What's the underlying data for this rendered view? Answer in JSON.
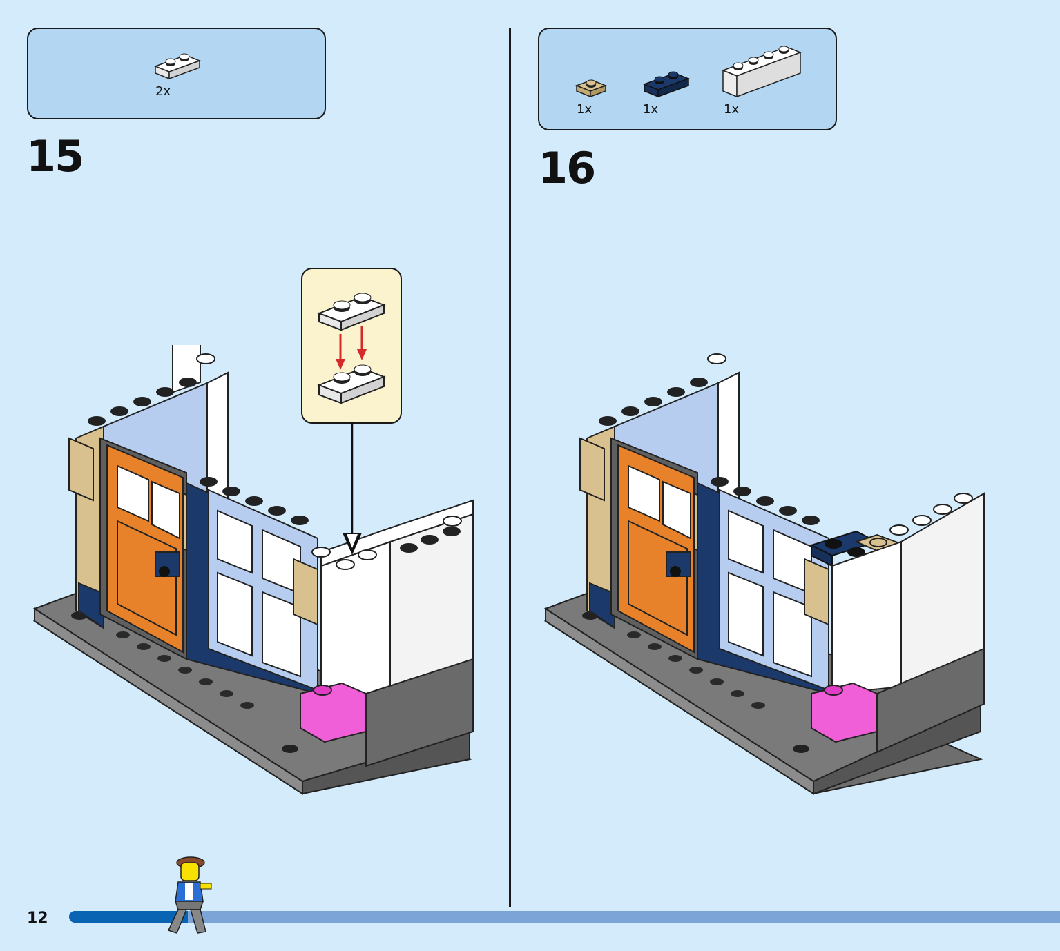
{
  "step15": {
    "number": "15",
    "parts": [
      {
        "name": "white-plate-1x2",
        "qty": "2x"
      }
    ]
  },
  "step16": {
    "number": "16",
    "parts": [
      {
        "name": "tan-plate-1x1",
        "qty": "1x"
      },
      {
        "name": "dark-blue-plate-1x2",
        "qty": "1x"
      },
      {
        "name": "white-brick-1x4",
        "qty": "1x"
      }
    ]
  },
  "page": {
    "number": "12",
    "progress": 0.12
  },
  "colors": {
    "background": "#d4ebfb",
    "parts_box": "#b3d7f3",
    "callout": "#fbf3cd",
    "progress_fill": "#0a64b4",
    "progress_track": "#7ca4d6",
    "arrow": "#d42a2a",
    "door": "#e8822a",
    "tan": "#d8c18e",
    "dark_blue": "#1b3a6b",
    "light_blue": "#b7cdf0",
    "pink": "#f05fd8",
    "dark_grey": "#5f5f5f",
    "white": "#ffffff"
  }
}
